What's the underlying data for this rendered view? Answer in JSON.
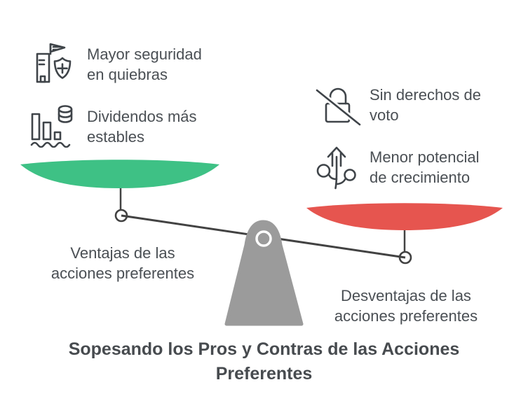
{
  "title": "Sopesando los Pros y Contras de las Acciones\nPreferentes",
  "colors": {
    "pros_pan": "#3ec185",
    "cons_pan": "#e6554f",
    "fulcrum": "#9b9b9b",
    "beam": "#424242",
    "icon_stroke": "#3f4449",
    "body_text": "#4a4f54",
    "title_text": "#474b4f"
  },
  "pros": {
    "label": "Ventajas de las\nacciones preferentes",
    "items": [
      {
        "icon": "building-shield-icon",
        "text": "Mayor seguridad\nen quiebras"
      },
      {
        "icon": "declining-bars-coins-icon",
        "text": "Dividendos más\nestables"
      }
    ]
  },
  "cons": {
    "label": "Desventajas de las\nacciones preferentes",
    "items": [
      {
        "icon": "no-vote-lock-icon",
        "text": "Sin derechos de\nvoto"
      },
      {
        "icon": "growth-potential-icon",
        "text": "Menor potencial\nde crecimiento"
      }
    ]
  }
}
